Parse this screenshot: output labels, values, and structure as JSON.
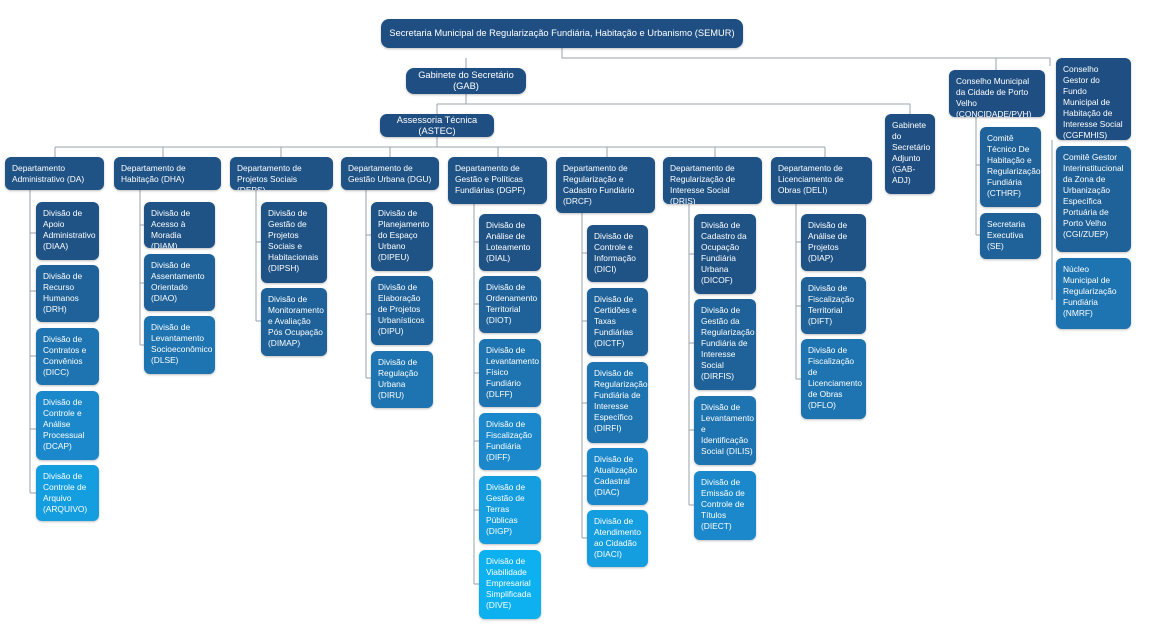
{
  "org": {
    "semur": "Secretaria Municipal de Regularização Fundiária, Habitação e Urbanismo (SEMUR)",
    "gab": "Gabinete do Secretário (GAB)",
    "astec": "Assessoria Técnica (ASTEC)",
    "gab_adj": "Gabinete do Secretário Adjunto (GAB-ADJ)",
    "concidade": "Conselho Municipal da Cidade de Porto Velho (CONCIDADE/PVH)",
    "cthrf": "Comitê Técnico De Habitação e Regularização Fundiária (CTHRF)",
    "se": "Secretaria Executiva (SE)",
    "cgfmhis": "Conselho Gestor do Fundo Municipal de Habitação de Interesse Social (CGFMHIS)",
    "cgi": "Comitê Gestor Interinstitucional da Zona de Urbanização Específica Portuária de Porto Velho (CGI/ZUEP)",
    "nmrf": "Núcleo Municipal de Regularização Fundiária (NMRF)"
  },
  "departments": [
    {
      "name": "Departamento Administrativo (DA)",
      "divisions": [
        "Divisão de Apoio Administrativo (DIAA)",
        "Divisão de Recurso Humanos (DRH)",
        "Divisão de Contratos e Convênios (DICC)",
        "Divisão de Controle e Análise Processual (DCAP)",
        "Divisão de Controle de Arquivo (ARQUIVO)"
      ]
    },
    {
      "name": "Departamento de Habitação (DHA)",
      "divisions": [
        "Divisão de Acesso à Moradia (DIAM)",
        "Divisão de Assentamento Orientado (DIAO)",
        "Divisão de Levantamento Socioeconômico (DLSE)"
      ]
    },
    {
      "name": "Departamento de Projetos Sociais (DEPS)",
      "divisions": [
        "Divisão de Gestão de Projetos Sociais e Habitacionais (DIPSH)",
        "Divisão de Monitoramento e Avaliação Pós Ocupação (DIMAP)"
      ]
    },
    {
      "name": "Departamento de Gestão Urbana (DGU)",
      "divisions": [
        "Divisão de Planejamento do Espaço Urbano (DIPEU)",
        "Divisão de Elaboração de Projetos Urbanísticos (DIPU)",
        "Divisão de Regulação Urbana (DIRU)"
      ]
    },
    {
      "name": "Departamento de Gestão e Políticas Fundiárias (DGPF)",
      "divisions": [
        "Divisão de Análise de Loteamento (DIAL)",
        "Divisão de Ordenamento Territorial (DIOT)",
        "Divisão de Levantamento Físico Fundiário (DLFF)",
        "Divisão de Fiscalização Fundiária (DIFF)",
        "Divisão de Gestão de Terras Públicas (DIGP)",
        "Divisão de Viabilidade Empresarial Simplificada (DIVE)"
      ]
    },
    {
      "name": "Departamento de Regularização e Cadastro Fundiário (DRCF)",
      "divisions": [
        "Divisão de Controle e Informação (DICI)",
        "Divisão de Certidões e Taxas Fundiárias (DICTF)",
        "Divisão de Regularização Fundiária de Interesse Específico (DIRFI)",
        "Divisão de Atualização Cadastral (DIAC)",
        "Divisão de Atendimento ao Cidadão (DIACI)"
      ]
    },
    {
      "name": "Departamento de Regularização de Interesse Social (DRIS)",
      "divisions": [
        "Divisão de Cadastro da Ocupação Fundiária Urbana (DICOF)",
        "Divisão de Gestão da Regularização Fundiária de Interesse Social (DIRFIS)",
        "Divisão de Levantamento e Identificação Social (DILIS)",
        "Divisão de Emissão de Controle de Títulos (DIECT)"
      ]
    },
    {
      "name": "Departamento de Licenciamento de Obras (DELI)",
      "divisions": [
        "Divisão de Análise de Projetos (DIAP)",
        "Divisão de Fiscalização Territorial (DIFT)",
        "Divisão de Fiscalização de Licenciamento de Obras (DFLO)"
      ]
    }
  ],
  "colors": {
    "line": "#9aa3ad",
    "navy": "#1f4f82",
    "levels": [
      "#1f5386",
      "#1e6299",
      "#1d74b1",
      "#1a88ca",
      "#149ddf",
      "#0eb1f0"
    ]
  }
}
